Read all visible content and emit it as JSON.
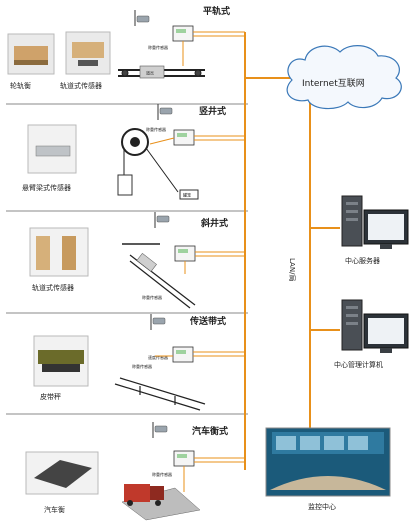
{
  "sections": [
    {
      "id": "flat",
      "title": "平轨式",
      "products": [
        {
          "label": "轮轨衡"
        },
        {
          "label": "轨道式传感器"
        }
      ],
      "tiny_labels": [
        "称重传感器",
        "道岔"
      ]
    },
    {
      "id": "vertical",
      "title": "竖井式",
      "products": [
        {
          "label": "悬臂梁式传感器"
        }
      ],
      "tiny_labels": [
        "称重传感器",
        "罐笼"
      ]
    },
    {
      "id": "inclined",
      "title": "斜井式",
      "products": [
        {
          "label": "轨道式传感器"
        }
      ],
      "tiny_labels": [
        "称重传感器"
      ]
    },
    {
      "id": "conveyor",
      "title": "传送带式",
      "products": [
        {
          "label": "皮带秤"
        }
      ],
      "tiny_labels": [
        "称重传感器",
        "速度传感器"
      ]
    },
    {
      "id": "truck",
      "title": "汽车衡式",
      "products": [
        {
          "label": "汽车衡"
        }
      ],
      "tiny_labels": [
        "称重传感器"
      ]
    }
  ],
  "network": {
    "internet_label": "Internet互联网",
    "lan_label": "LAN/局",
    "server_label": "中心服务器",
    "mgmt_label": "中心管理计算机",
    "monitor_label": "监控中心"
  },
  "colors": {
    "line": "#e8901a",
    "cloud_stroke": "#3a78b8",
    "cloud_fill": "#f4f8fd",
    "separator": "#8a8a8a",
    "monitor_bg": "#1b5a7a"
  },
  "icons": [
    "camera-icon",
    "controller-box-icon",
    "display-unit-icon",
    "server-tower-icon",
    "pc-monitor-icon",
    "truck-icon",
    "ring-pulley-icon"
  ]
}
